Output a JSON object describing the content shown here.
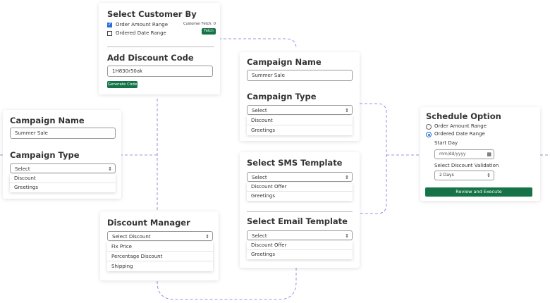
{
  "customer_card": {
    "title": "Select Customer By",
    "options": [
      "Order Amount Range",
      "Ordered Date Range"
    ],
    "checked": [
      true,
      false
    ],
    "fetch_label": "Customer Fetch: 0",
    "fetch_button": "Fetch",
    "discount_title": "Add Discount Code",
    "discount_code": "1H830r50ak",
    "generate_button": "Generate Code"
  },
  "campaign_left": {
    "name_title": "Campaign Name",
    "name_value": "Summer Sale",
    "type_title": "Campaign Type",
    "type_selected": "Select",
    "type_options": [
      "Discount",
      "Greetings"
    ]
  },
  "campaign_center": {
    "name_title": "Campaign Name",
    "name_value": "Summer Sale",
    "type_title": "Campaign Type",
    "type_selected": "Select",
    "type_options": [
      "Discount",
      "Greetings"
    ]
  },
  "discount_manager": {
    "title": "Discount Manager",
    "selected": "Select Discount",
    "options": [
      "Fix Price",
      "Percentage Discount",
      "Shipping"
    ]
  },
  "templates": {
    "sms_title": "Select SMS Template",
    "sms_selected": "Select",
    "sms_options": [
      "Discount Offer",
      "Greetings"
    ],
    "email_title": "Select Email Template",
    "email_selected": "Select",
    "email_options": [
      "Discount Offer",
      "Greetings"
    ]
  },
  "schedule": {
    "title": "Schedule Option",
    "options": [
      "Order Amount Range",
      "Ordered Date Range"
    ],
    "selected_index": 1,
    "start_label": "Start Day",
    "date_placeholder": "mm/dd/yyyy",
    "validation_label": "Select Discount Validation",
    "validation_selected": "2 Days",
    "execute_button": "Review and Execute"
  },
  "colors": {
    "accent_green": "#157347",
    "check_blue": "#2b6fd6",
    "connector": "#7b73d8"
  }
}
